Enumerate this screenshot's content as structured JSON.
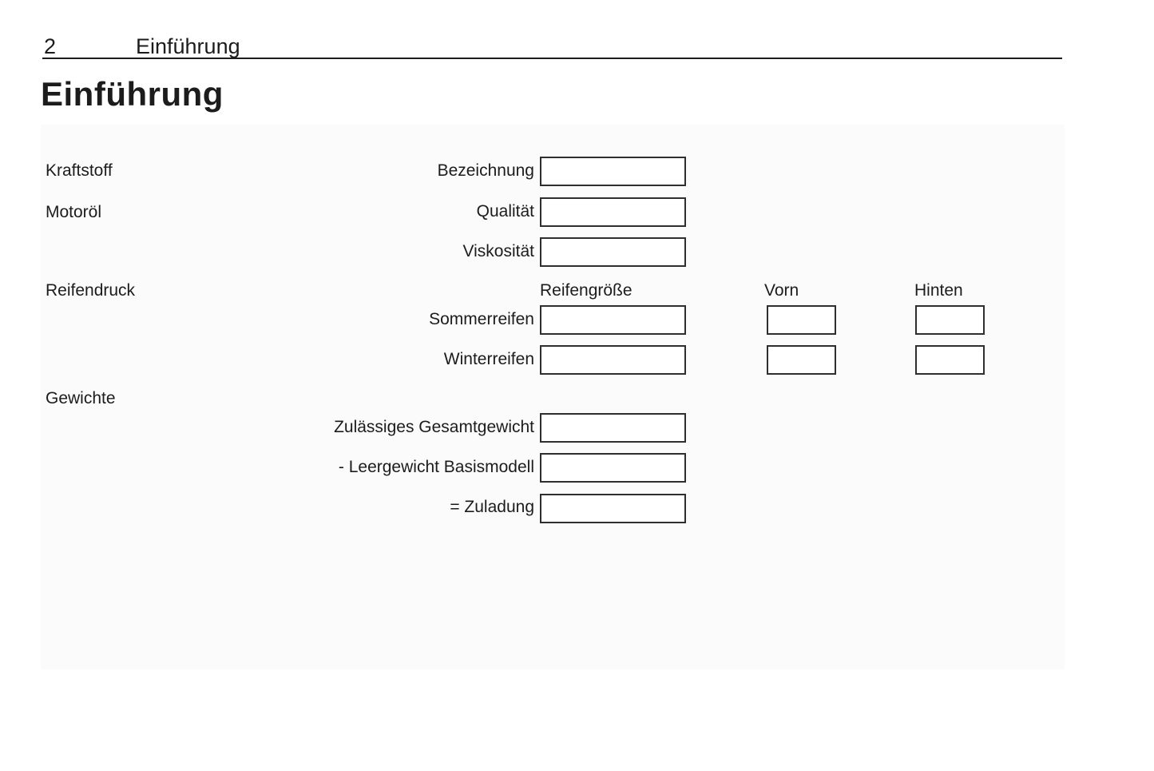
{
  "header": {
    "page_number": "2",
    "chapter_title": "Einführung"
  },
  "page_title": "Einführung",
  "form": {
    "fuel_section_label": "Kraftstoff",
    "fuel_designation_label": "Bezeichnung",
    "oil_section_label": "Motoröl",
    "oil_quality_label": "Qualität",
    "oil_viscosity_label": "Viskosität",
    "tyre_section_label": "Reifendruck",
    "tyre_size_column_label": "Reifengröße",
    "tyre_front_column_label": "Vorn",
    "tyre_rear_column_label": "Hinten",
    "summer_tyres_label": "Sommerreifen",
    "winter_tyres_label": "Winterreifen",
    "weights_section_label": "Gewichte",
    "gross_weight_label": "Zulässiges Gesamtgewicht",
    "kerb_weight_label": "- Leergewicht Basismodell",
    "payload_label": "= Zuladung",
    "field_values": {
      "fuel_designation": "",
      "oil_quality": "",
      "oil_viscosity": "",
      "summer_tyre_size": "",
      "summer_front_pressure": "",
      "summer_rear_pressure": "",
      "winter_tyre_size": "",
      "winter_front_pressure": "",
      "winter_rear_pressure": "",
      "gross_weight": "",
      "kerb_weight": "",
      "payload": ""
    }
  },
  "colors": {
    "text": "#1c1c1c",
    "box_border": "#2e2e2e",
    "panel_background": "#fbfbfb",
    "page_background": "#ffffff"
  }
}
